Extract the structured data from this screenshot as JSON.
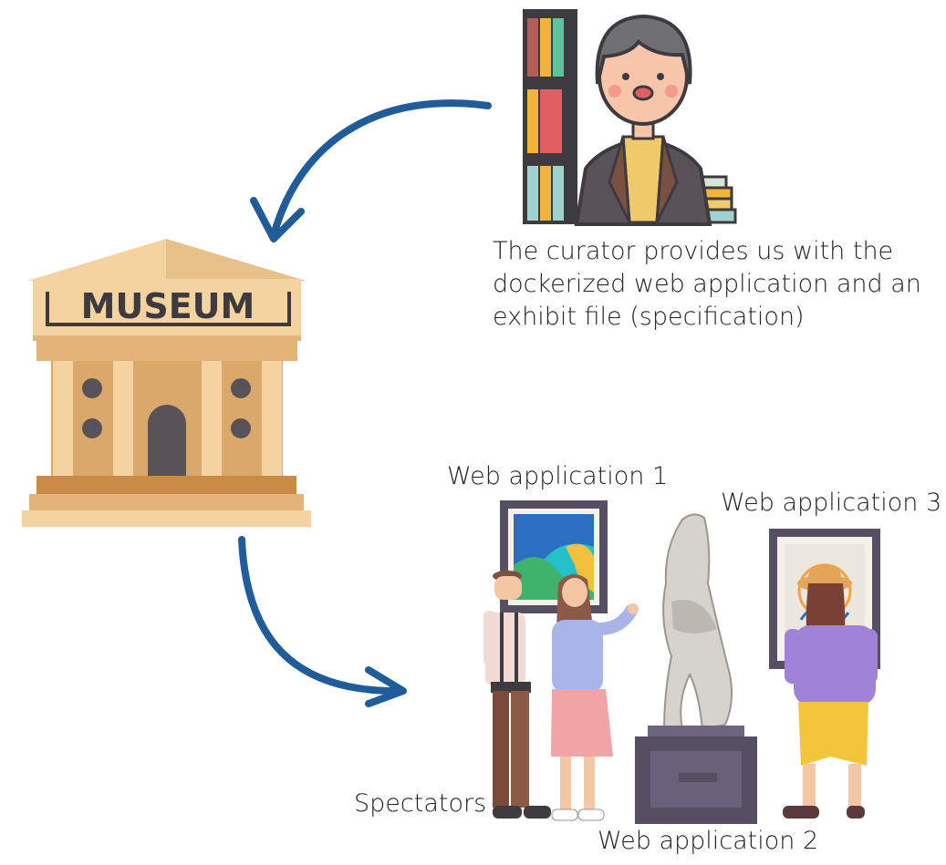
{
  "museum": {
    "sign": "MUSEUM"
  },
  "curator": {
    "caption_lines": [
      "The curator provides us with the",
      "dockerized web application and an",
      "exhibit file (specification)"
    ]
  },
  "gallery": {
    "web_app_1": "Web application 1",
    "web_app_2": "Web application 2",
    "web_app_3": "Web application 3",
    "spectators": "Spectators"
  },
  "colors": {
    "arrow": "#1f5c99",
    "museum_body": "#d9a86a",
    "museum_light": "#f4d3a0",
    "museum_dark": "#c98b45",
    "outline": "#3d3a40",
    "frame": "#564e63"
  }
}
